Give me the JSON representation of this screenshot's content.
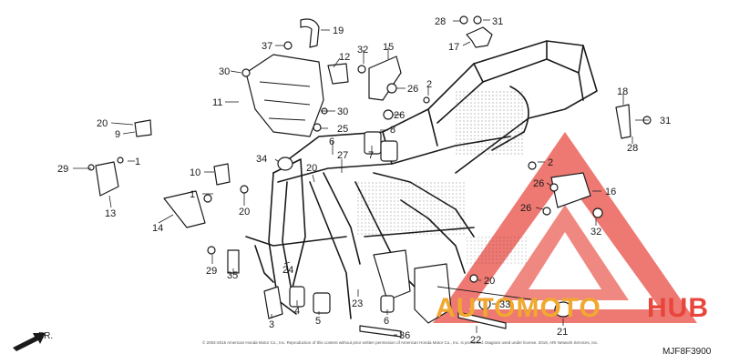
{
  "diagram_code": "MJF8F3900",
  "front_arrow_label": "FR.",
  "copyright": "© 2002-2015 American Honda Motor Co., Inc. Reproduction of this content without prior written permission of American Honda Motor Co., Inc. is prohibited. Diagram used under license. 2019, ARI Network Services, Inc.",
  "watermark": {
    "text_left": "AUTOMOTO",
    "text_right": "HUB",
    "color_red": "#e8453c",
    "color_orange": "#f0a830"
  },
  "callouts": [
    {
      "id": "c19",
      "label": "19"
    },
    {
      "id": "c28a",
      "label": "28"
    },
    {
      "id": "c31a",
      "label": "31"
    },
    {
      "id": "c17",
      "label": "17"
    },
    {
      "id": "c37",
      "label": "37"
    },
    {
      "id": "c32a",
      "label": "32"
    },
    {
      "id": "c15",
      "label": "15"
    },
    {
      "id": "c12",
      "label": "12"
    },
    {
      "id": "c30a",
      "label": "30"
    },
    {
      "id": "c2a",
      "label": "2"
    },
    {
      "id": "c26a",
      "label": "26"
    },
    {
      "id": "c11",
      "label": "11"
    },
    {
      "id": "c30b",
      "label": "30"
    },
    {
      "id": "c26b",
      "label": "26"
    },
    {
      "id": "c18",
      "label": "18"
    },
    {
      "id": "c20a",
      "label": "20"
    },
    {
      "id": "c9",
      "label": "9"
    },
    {
      "id": "c25",
      "label": "25"
    },
    {
      "id": "c8",
      "label": "8"
    },
    {
      "id": "c31b",
      "label": "31"
    },
    {
      "id": "c28b",
      "label": "28"
    },
    {
      "id": "c6a",
      "label": "6"
    },
    {
      "id": "c7",
      "label": "7"
    },
    {
      "id": "c1a",
      "label": "1"
    },
    {
      "id": "c34",
      "label": "34"
    },
    {
      "id": "c27",
      "label": "27"
    },
    {
      "id": "c29a",
      "label": "29"
    },
    {
      "id": "c20b",
      "label": "20"
    },
    {
      "id": "c2b",
      "label": "2"
    },
    {
      "id": "c10",
      "label": "10"
    },
    {
      "id": "c26c",
      "label": "26"
    },
    {
      "id": "c16",
      "label": "16"
    },
    {
      "id": "c1b",
      "label": "1"
    },
    {
      "id": "c13",
      "label": "13"
    },
    {
      "id": "c20c",
      "label": "20"
    },
    {
      "id": "c26d",
      "label": "26"
    },
    {
      "id": "c14",
      "label": "14"
    },
    {
      "id": "c32b",
      "label": "32"
    },
    {
      "id": "c29b",
      "label": "29"
    },
    {
      "id": "c35",
      "label": "35"
    },
    {
      "id": "c24",
      "label": "24"
    },
    {
      "id": "c20d",
      "label": "20"
    },
    {
      "id": "c4",
      "label": "4"
    },
    {
      "id": "c23",
      "label": "23"
    },
    {
      "id": "c33",
      "label": "33"
    },
    {
      "id": "c3",
      "label": "3"
    },
    {
      "id": "c5",
      "label": "5"
    },
    {
      "id": "c6b",
      "label": "6"
    },
    {
      "id": "c36",
      "label": "36"
    },
    {
      "id": "c22",
      "label": "22"
    },
    {
      "id": "c21",
      "label": "21"
    }
  ]
}
